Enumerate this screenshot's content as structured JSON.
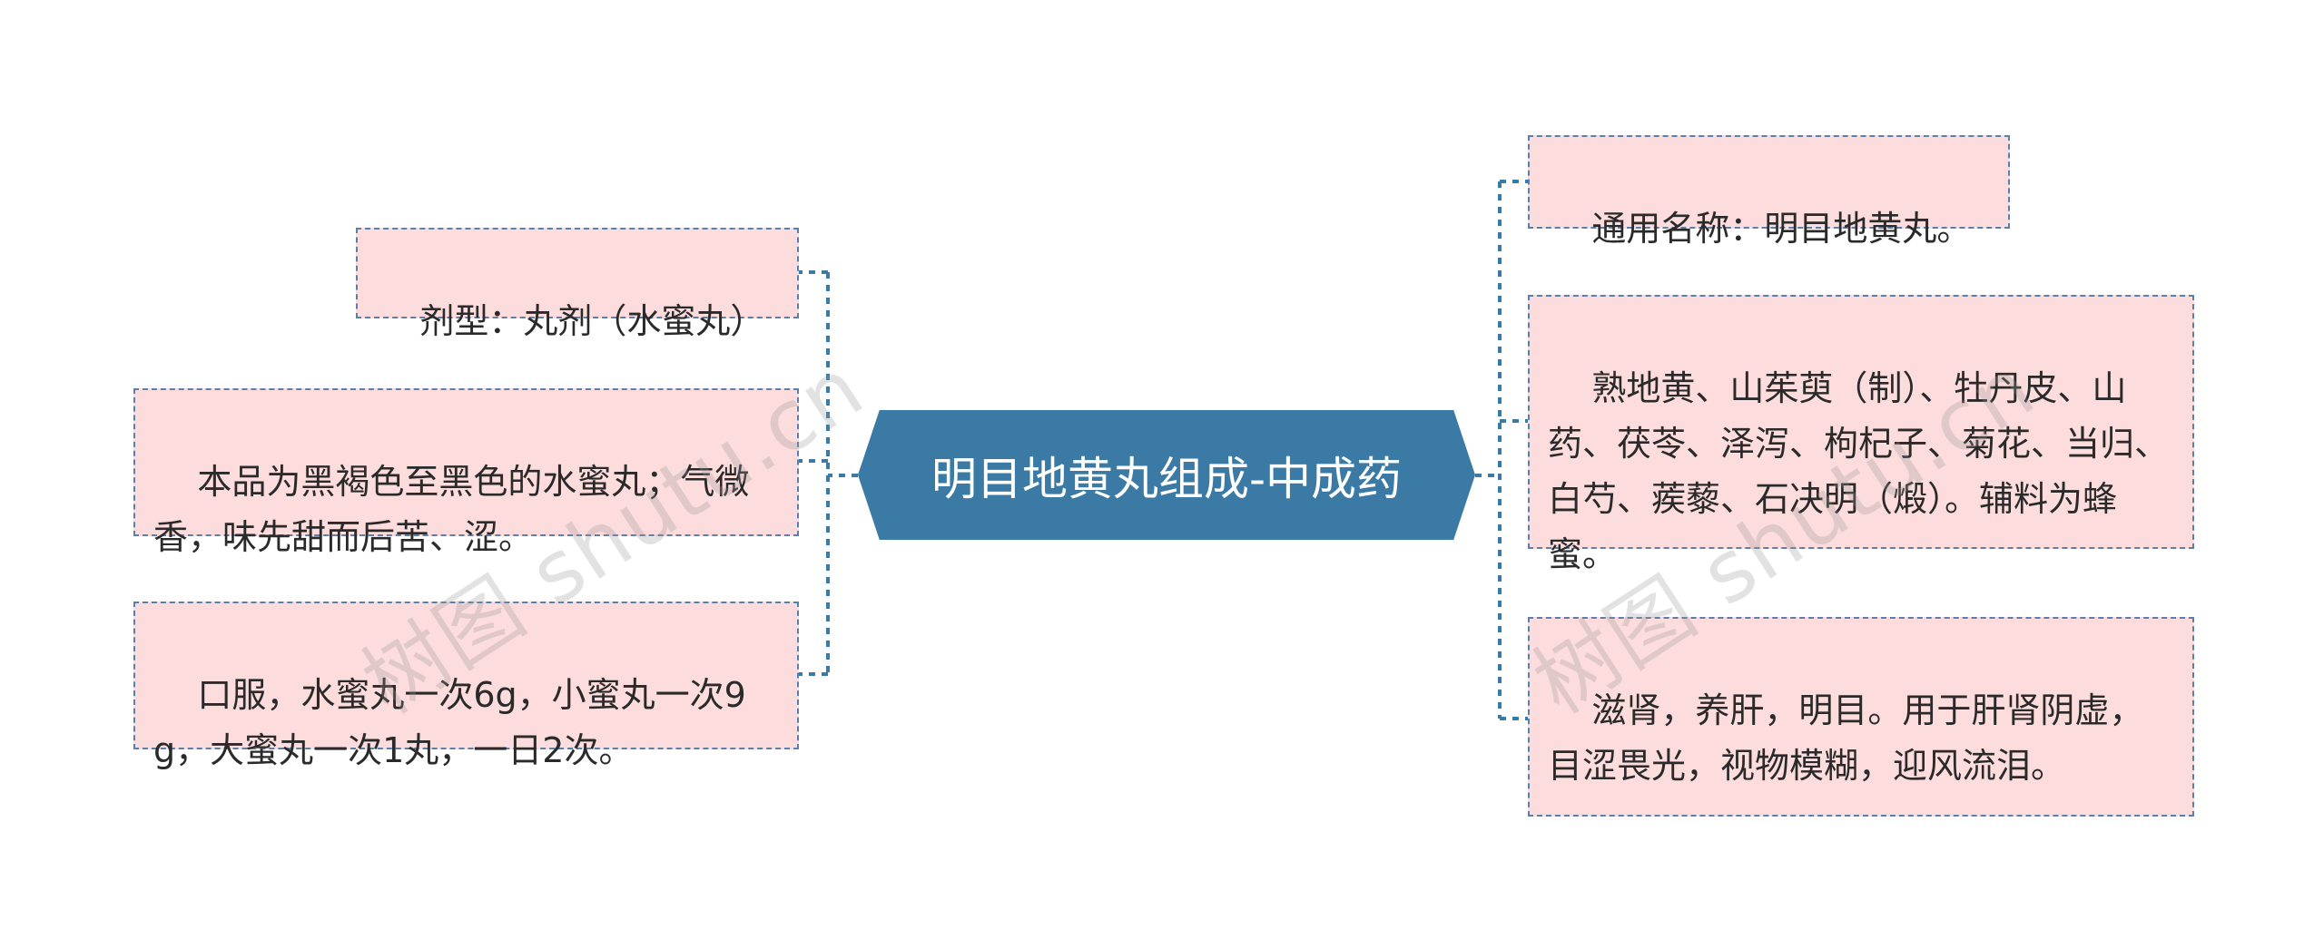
{
  "center": {
    "label": "明目地黄丸组成-中成药"
  },
  "left_nodes": [
    {
      "text": "剂型：丸剂（水蜜丸）"
    },
    {
      "text": "本品为黑褐色至黑色的水蜜丸；气微香，味先甜而后苦、涩。"
    },
    {
      "text": "口服，水蜜丸一次6g，小蜜丸一次9g，大蜜丸一次1丸，一日2次。"
    }
  ],
  "right_nodes": [
    {
      "text": "通用名称：明目地黄丸。"
    },
    {
      "text": "熟地黄、山茱萸（制）、牡丹皮、山药、茯苓、泽泻、枸杞子、菊花、当归、白芍、蒺藜、石决明（煅）。辅料为蜂蜜。"
    },
    {
      "text": "滋肾，养肝，明目。用于肝肾阴虚，目涩畏光，视物模糊，迎风流泪。"
    }
  ],
  "watermarks": [
    "树图 shutu.cn",
    "树图 shutu.cn"
  ],
  "colors": {
    "center_fill": "#3a7aa4",
    "node_fill": "#fcdcdc",
    "node_border": "#5a7fa8",
    "connector": "#3a7aa4"
  }
}
